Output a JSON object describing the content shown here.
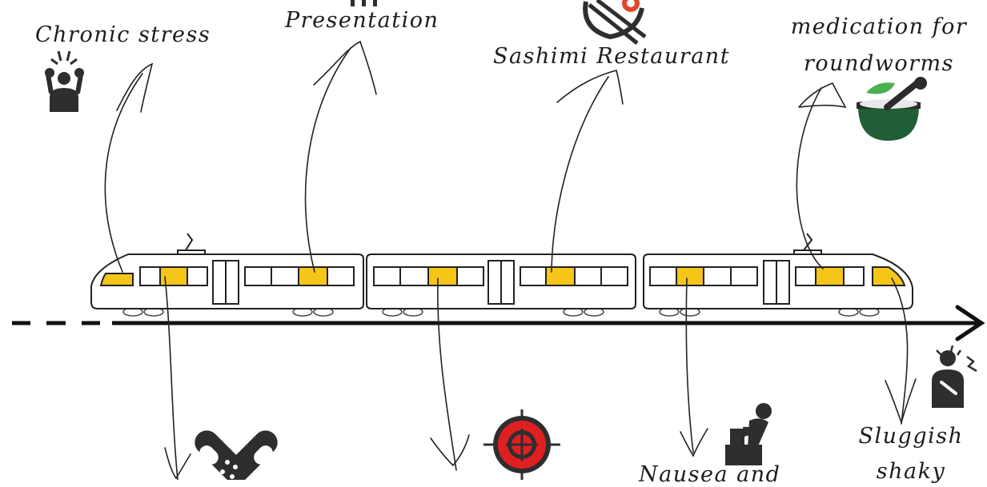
{
  "events_above": [
    {
      "label": "Chronic stress",
      "icon": "stressed-person-icon"
    },
    {
      "label": "Presentation",
      "icon": "presenter-icon"
    },
    {
      "label": "Sashimi Restaurant",
      "icon": "sushi-chopsticks-icon"
    },
    {
      "label_lines": [
        "medication for",
        "roundworms"
      ],
      "icon": "mortar-pestle-icon"
    }
  ],
  "events_below": [
    {
      "label": "",
      "icon": "pills-icon"
    },
    {
      "label": "",
      "icon": "target-icon"
    },
    {
      "label": "Nausea and",
      "icon": "sick-person-icon"
    },
    {
      "label_lines": [
        "Sluggish",
        "shaky"
      ],
      "icon": "pain-person-icon"
    }
  ],
  "colors": {
    "window_highlight": "#F5C518",
    "ink": "#1d1d1d",
    "target_red": "#E02020",
    "leaf_green": "#4CAF50",
    "bowl_green": "#1f5e36"
  }
}
